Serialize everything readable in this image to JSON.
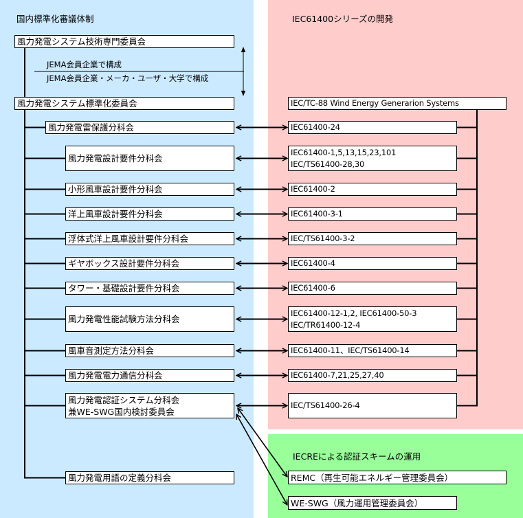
{
  "colors": {
    "domestic_bg": "#cceaff",
    "iec_bg": "#ffcccc",
    "iecre_bg": "#99ff99",
    "line": "#000000"
  },
  "domestic": {
    "title": "国内標準化審議体制",
    "top_committee": "風力発電システム技術専門委員会",
    "member_note_1": "JEMA会員企業で構成",
    "member_note_2": "JEMA会員企業・メーカ・ユーザ・大学で構成",
    "standard_committee": "風力発電システム標準化委員会",
    "subcommittees": [
      {
        "lines": [
          "風力発電雷保護分科会"
        ]
      },
      {
        "lines": [
          "風力発電設計要件分科会"
        ]
      },
      {
        "lines": [
          "小形風車設計要件分科会"
        ]
      },
      {
        "lines": [
          "洋上風車設計要件分科会"
        ]
      },
      {
        "lines": [
          "浮体式洋上風車設計要件分科会"
        ]
      },
      {
        "lines": [
          "ギヤボックス設計要件分科会"
        ]
      },
      {
        "lines": [
          "タワー・基礎設計要件分科会"
        ]
      },
      {
        "lines": [
          "風力発電性能試験方法分科会"
        ]
      },
      {
        "lines": [
          "風車音測定方法分科会"
        ]
      },
      {
        "lines": [
          "風力発電電力通信分科会"
        ]
      },
      {
        "lines": [
          "風力発電認証システム分科会",
          "兼WE-SWG国内検討委員会"
        ]
      },
      {
        "lines": [
          "風力発電用語の定義分科会"
        ]
      }
    ]
  },
  "iec": {
    "title": "IEC61400シリーズの開発",
    "tc": "IEC/TC-88 Wind Energy Generarion Systems",
    "standards": [
      {
        "lines": [
          "IEC61400-24"
        ]
      },
      {
        "lines": [
          "IEC61400-1,5,13,15,23,101",
          "IEC/TS61400-28,30"
        ]
      },
      {
        "lines": [
          "IEC61400-2"
        ]
      },
      {
        "lines": [
          "IEC61400-3-1"
        ]
      },
      {
        "lines": [
          "IEC/TS61400-3-2"
        ]
      },
      {
        "lines": [
          "IEC61400-4"
        ]
      },
      {
        "lines": [
          "IEC61400-6"
        ]
      },
      {
        "lines": [
          "IEC61400-12-1,2, IEC61400-50-3",
          "IEC/TR61400-12-4"
        ]
      },
      {
        "lines": [
          "IEC61400-11、IEC/TS61400-14"
        ]
      },
      {
        "lines": [
          "IEC61400-7,21,25,27,40"
        ]
      },
      {
        "lines": [
          "IEC/TS61400-26-4"
        ]
      }
    ]
  },
  "iecre": {
    "title": "IECREによる認証スキームの運用",
    "bodies": [
      {
        "label": "REMC（再生可能エネルギー管理委員会）"
      },
      {
        "label": "WE-SWG（風力運用管理委員会）"
      }
    ]
  }
}
